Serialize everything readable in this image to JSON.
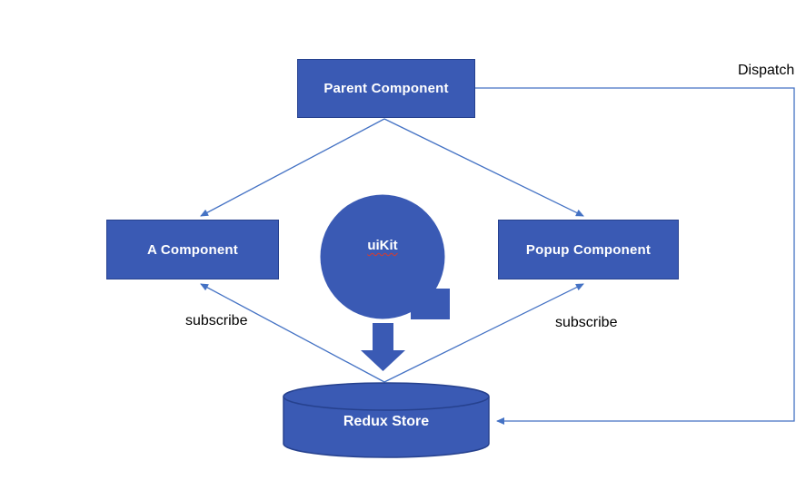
{
  "colors": {
    "canvas_bg": "#ffffff",
    "node_fill": "#3a5ab4",
    "node_border": "#26418e",
    "connector": "#4472c4",
    "node_text": "#ffffff",
    "edge_label_text": "#000000",
    "spellcheck_red": "#d93a2b"
  },
  "nodes": {
    "parent": "Parent Component",
    "a_component": "A Component",
    "popup": "Popup Component",
    "uikit": "uiKit",
    "store": "Redux Store"
  },
  "edge_labels": {
    "dispatch": "Dispatch",
    "subscribe_left": "subscribe",
    "subscribe_right": "subscribe"
  }
}
